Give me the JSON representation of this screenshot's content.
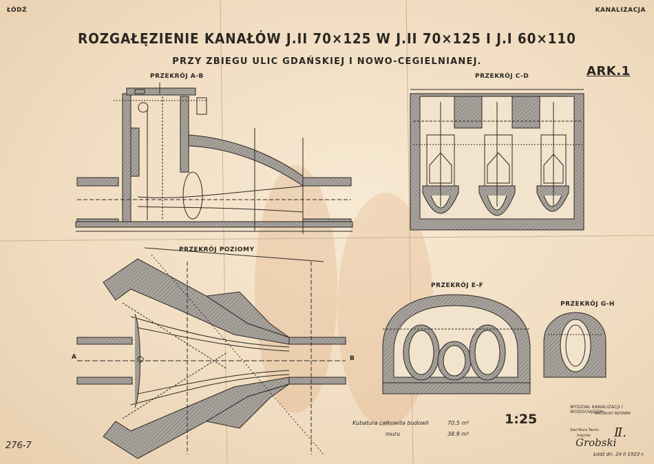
{
  "header": {
    "city": "ŁÓDŹ",
    "category": "KANALIZACJA",
    "title": "ROZGAŁĘZIENIE KANAŁÓW J.II 70×125 W J.II 70×125 I J.I 60×110",
    "subtitle": "PRZY ZBIEGU ULIC GDAŃSKIEJ I NOWO-CEGIELNIANEJ.",
    "sheet": "ARK.1"
  },
  "sections": {
    "ab": "PRZEKRÓJ A-B",
    "cd": "PRZEKRÓJ C-D",
    "plan": "PRZEKRÓJ POZIOMY",
    "ef": "PRZEKRÓJ E-F",
    "gh": "PRZEKRÓJ G-H"
  },
  "markers": {
    "a": "A",
    "b": "B"
  },
  "volumes": {
    "line1_label": "Kubatura całkowita budowli",
    "line1_value": "70.5 m³",
    "line2_label": "muru",
    "line2_value": "38.9 m³"
  },
  "scale": "1:25",
  "drawing_number": "276-7",
  "office": {
    "name": "WYDZIAŁ KANALIZACJI I WODOCIĄGÓW",
    "role": "NACZELNY INŻYNIER",
    "chief_role": "Szef Biura Techn.",
    "chief_title": "Inżynier",
    "date": "Łódź dn. 24 II 1923 r."
  },
  "colors": {
    "paper": "#f1dfc6",
    "ink": "#2a2622",
    "hatch": "#8f8a86",
    "stain": "#d99b6b"
  }
}
